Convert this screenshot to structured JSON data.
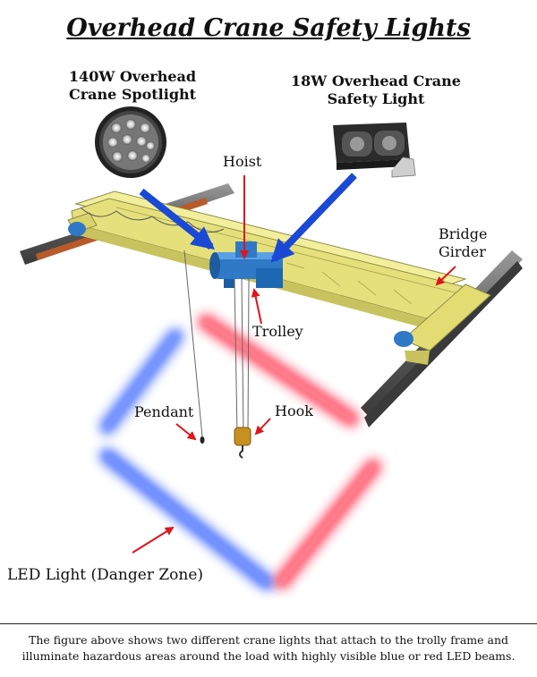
{
  "title": "Overhead Crane Safety Lights",
  "labels": {
    "spotlight": "140W Overhead\nCrane Spotlight",
    "safety_light": "18W Overhead Crane\nSafety Light",
    "hoist": "Hoist",
    "bridge_girder": "Bridge\nGirder",
    "trolley": "Trolley",
    "pendant": "Pendant",
    "hook": "Hook",
    "led_light": "LED Light (Danger Zone)"
  },
  "caption": "The figure above shows two different crane lights that attach to the trolly frame and illuminate hazardous areas around the load with highly visible blue or red LED beams.",
  "colors": {
    "beam_blue": "#1a49d6",
    "arrow_red": "#e0141c",
    "led_blue": "#2f5bff",
    "led_red": "#ff2440",
    "crane_yellow": "#eee98a",
    "trolley_blue": "#2f79c6"
  }
}
